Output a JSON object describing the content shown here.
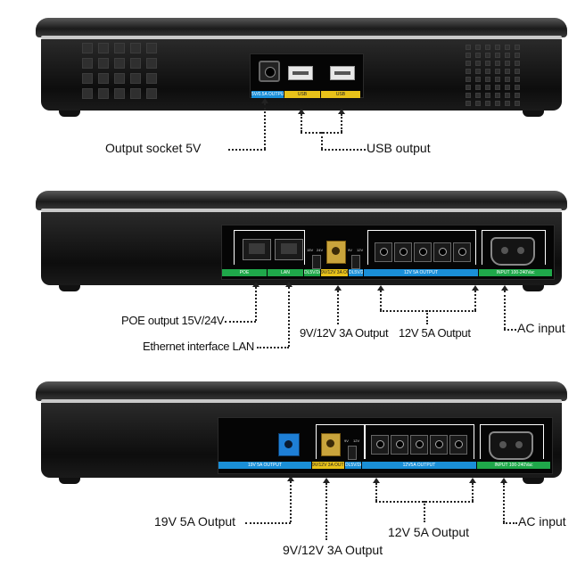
{
  "unit1": {
    "strip_labels": [
      "5V/0.5A OUTPUT",
      "USB",
      "USB"
    ],
    "callouts": [
      "Output socket 5V",
      "USB output"
    ]
  },
  "unit2": {
    "strip_labels": [
      "POE",
      "LAN",
      "DL5V/2A",
      "9V/12V 3A OUTPUT",
      "DL5V/2A",
      "12V 5A OUTPUT",
      "INPUT 100-240Vac"
    ],
    "switch_labels": [
      "15V",
      "24V",
      "9V",
      "12V"
    ],
    "callouts": [
      "POE output 15V/24V",
      "Ethernet interface LAN",
      "9V/12V 3A Output",
      "12V 5A Output",
      "AC input"
    ]
  },
  "unit3": {
    "strip_labels": [
      "19V 5A OUTPUT",
      "9V/12V 3A OUTPUT",
      "DL5V/2A",
      "12V5A OUTPUT",
      "INPUT 100-240Vac"
    ],
    "switch_labels": [
      "9V",
      "12V"
    ],
    "callouts": [
      "19V 5A Output",
      "9V/12V 3A Output",
      "12V 5A Output",
      "AC input"
    ]
  },
  "colors": {
    "strip_blue": "#1a8fd8",
    "strip_yellow": "#e8c21a",
    "strip_green": "#1fa84a",
    "device_body": "#111111",
    "xt_gold": "#c9a43c",
    "jack_blue": "#1e7fd6"
  }
}
